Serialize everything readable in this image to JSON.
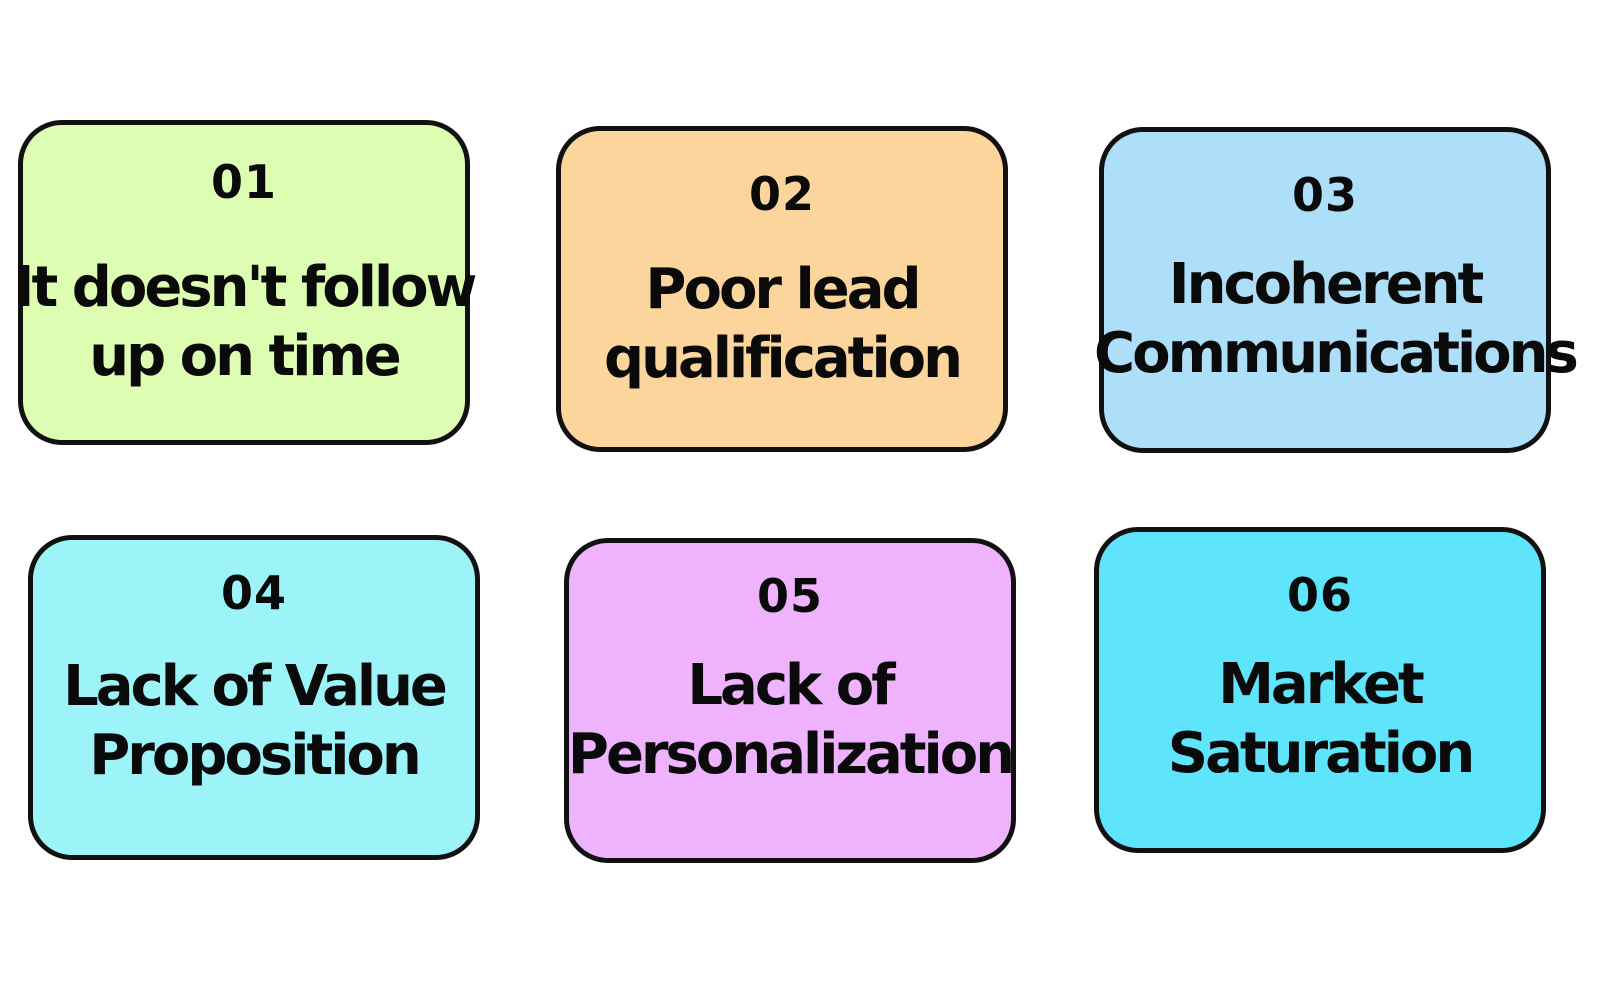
{
  "cards": [
    {
      "number": "01",
      "lines": [
        "It doesn't follow",
        "up on time"
      ],
      "color": "#ddfdb2"
    },
    {
      "number": "02",
      "lines": [
        "Poor lead",
        "qualification"
      ],
      "color": "#fcd59d"
    },
    {
      "number": "03",
      "lines": [
        "Incoherent",
        "Communications"
      ],
      "color": "#addff9"
    },
    {
      "number": "04",
      "lines": [
        "Lack of Value",
        "Proposition"
      ],
      "color": "#9df4f8"
    },
    {
      "number": "05",
      "lines": [
        "Lack of",
        "Personalization"
      ],
      "color": "#efb3fd"
    },
    {
      "number": "06",
      "lines": [
        "Market",
        "Saturation"
      ],
      "color": "#5fe5fb"
    }
  ]
}
